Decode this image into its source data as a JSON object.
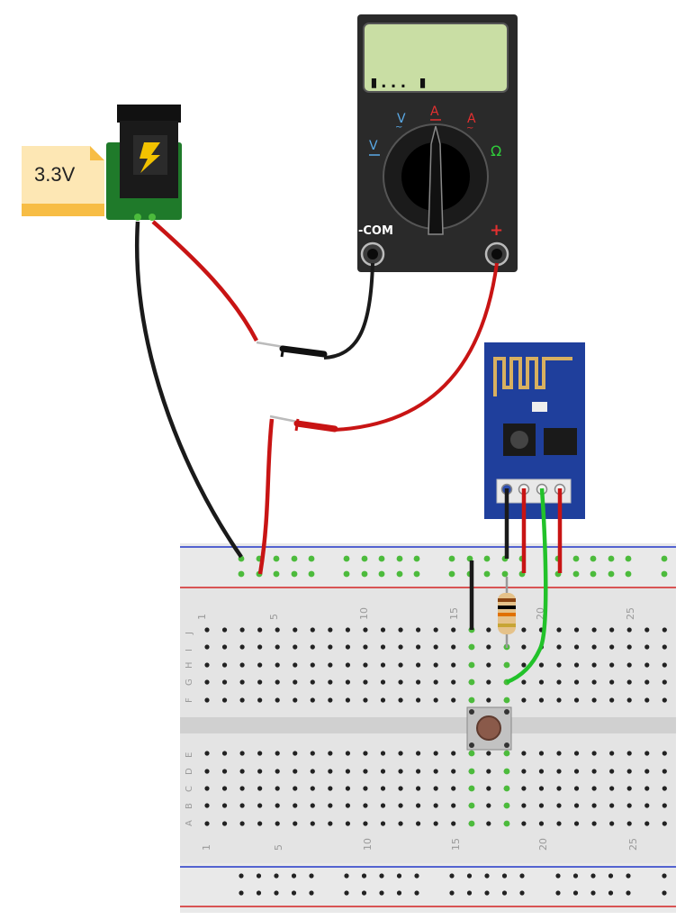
{
  "power_supply": {
    "voltage_label": "3.3V"
  },
  "multimeter": {
    "display_readout": "▮...  ▮",
    "modes": {
      "dc_voltage": "V",
      "ac_voltage": "V",
      "dc_current": "A",
      "ac_current": "A",
      "resistance": "Ω"
    },
    "terminals": {
      "common": "-COM",
      "positive": "+"
    }
  },
  "breadboard": {
    "column_numbers": [
      "1",
      "5",
      "10",
      "15",
      "20",
      "25"
    ],
    "top_row_letters": [
      "J",
      "I",
      "H",
      "G",
      "F"
    ],
    "bottom_row_letters": [
      "E",
      "D",
      "C",
      "B",
      "A"
    ]
  },
  "colors": {
    "wire_black": "#1a1a1a",
    "wire_red": "#c81414",
    "wire_green": "#22c22a",
    "esp_board": "#1f3f9c",
    "meter_body": "#2b2b2b",
    "meter_lcd": "#c8dca0",
    "jack_pcb": "#1f7a2a",
    "label_bg": "#fde7b4",
    "rail_red": "#d22",
    "rail_blue": "#2237c8",
    "breadboard": "#e3e3e3"
  },
  "components": {
    "esp_module": "wifi-module",
    "button": "push-button",
    "resistor": "resistor"
  }
}
